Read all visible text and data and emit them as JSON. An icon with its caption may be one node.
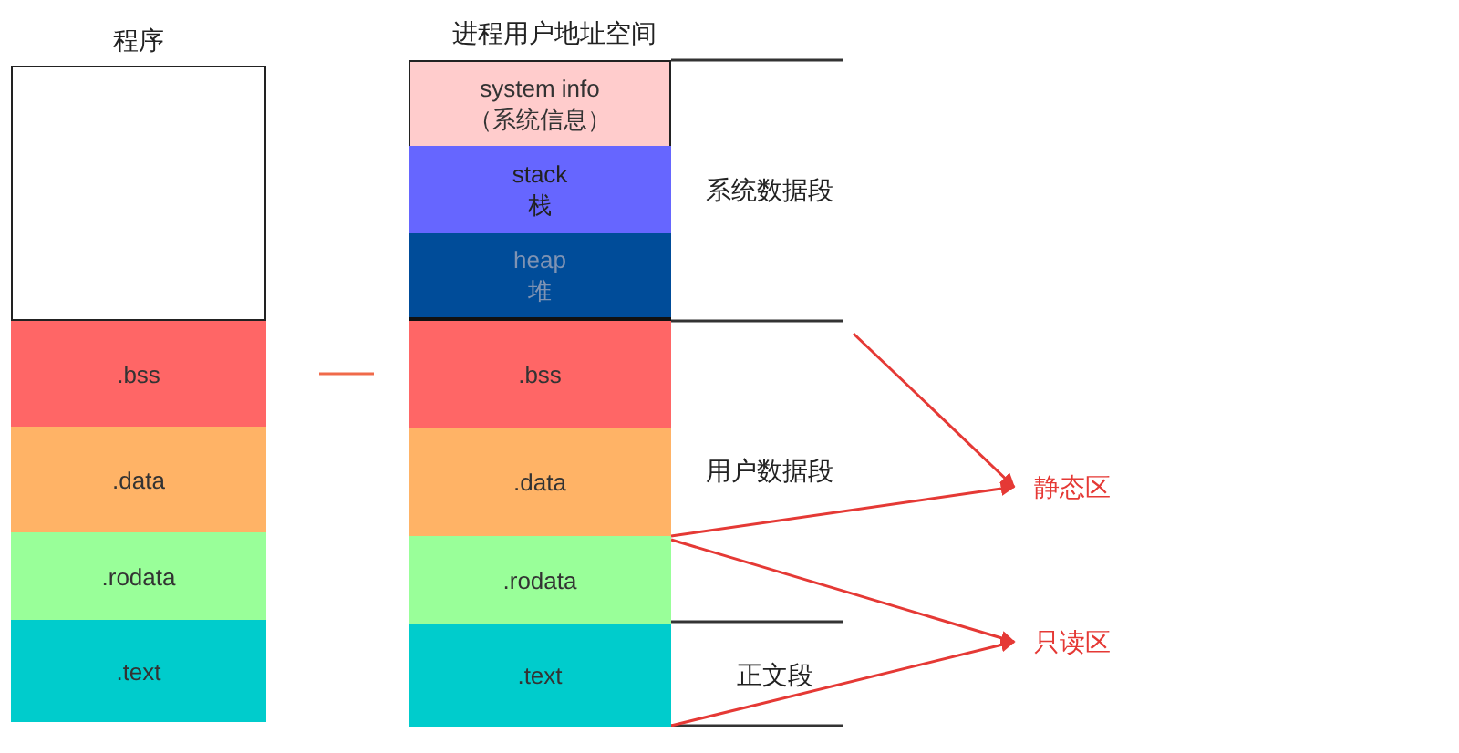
{
  "diagram": {
    "nodes": [
      {
        "text": [],
        "shape": "box",
        "beside": [
          "程序"
        ]
      },
      {
        "text": [
          ".bss"
        ]
      },
      {
        "text": [
          ".data"
        ]
      },
      {
        "text": [
          ".rodata"
        ]
      },
      {
        "text": [
          ".text"
        ]
      },
      {
        "text": [
          "system info （系统信息）"
        ]
      },
      {
        "text": [
          "stack 栈"
        ]
      },
      {
        "text": [
          "heap 堆"
        ]
      },
      {
        "text": [
          ".bss"
        ]
      },
      {
        "text": [
          ".data"
        ]
      },
      {
        "text": [
          ".rodata"
        ]
      },
      {
        "text": [
          ".text"
        ]
      },
      {
        "text": [
          "系统数据段"
        ]
      },
      {
        "text": [
          "用户数据段"
        ]
      },
      {
        "text": [
          "正文段"
        ]
      },
      {
        "text": [
          "静态区"
        ]
      },
      {
        "text": [
          "只读区"
        ]
      }
    ],
    "edges": [
      {
        "from": null,
        "to": 15,
        "arrow": "to"
      },
      {
        "from": 9,
        "to": 15,
        "arrow": "to"
      },
      {
        "from": 10,
        "to": 16,
        "arrow": "to"
      },
      {
        "from": 11,
        "to": 16,
        "arrow": "to"
      }
    ],
    "labels": [
      "进程用户地址空间"
    ]
  }
}
